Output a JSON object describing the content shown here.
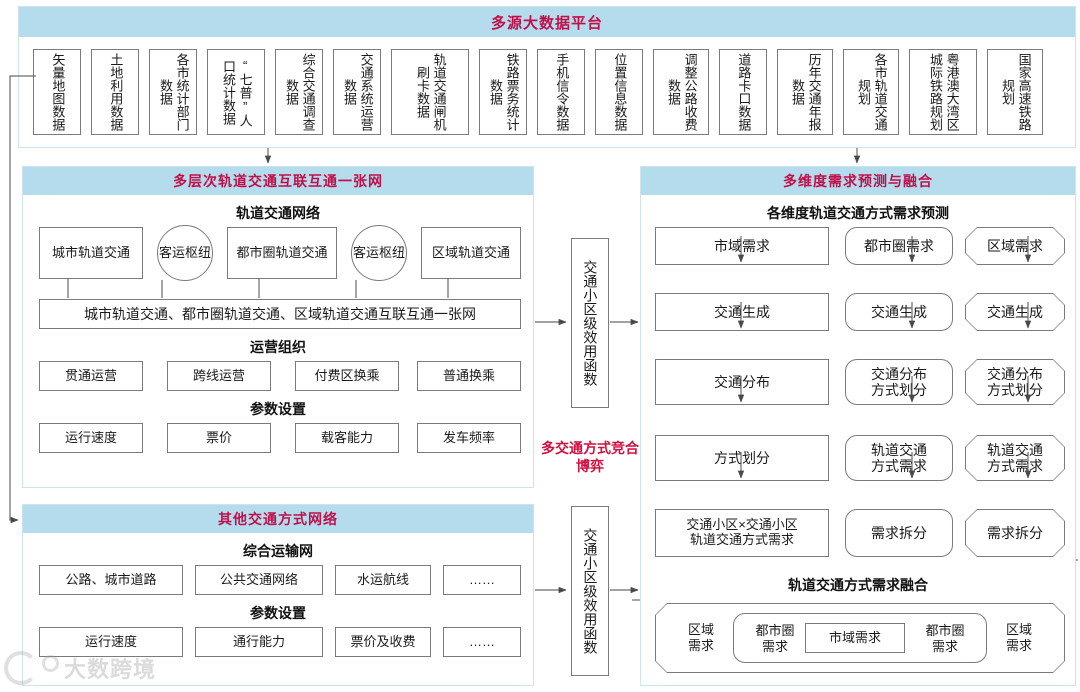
{
  "platform": {
    "title": "多源大数据平台",
    "sources": [
      "矢量地图数据",
      "土地利用数据",
      "各市统计部门数据",
      "“七普”人口统计数据",
      "综合交通调查数据",
      "交通系统运营数据",
      "轨道交通闸机刷卡数据",
      "铁路票务统计数据",
      "手机信令数据",
      "位置信息数据",
      "调整公路收费数据",
      "道路卡口数据",
      "历年交通年报数据",
      "各市轨道交通规划",
      "粤港澳大湾区城际铁路规划",
      "国家高速铁路规划"
    ]
  },
  "rail_net": {
    "title": "多层次轨道交通互联互通一张网",
    "section_network": "轨道交通网络",
    "nodes": [
      "城市轨道交通",
      "客运枢纽",
      "都市圈轨道交通",
      "客运枢纽",
      "区域轨道交通"
    ],
    "one_net": "城市轨道交通、都市圈轨道交通、区域轨道交通互联互通一张网",
    "section_operation": "运营组织",
    "operation": [
      "贯通运营",
      "跨线运营",
      "付费区换乘",
      "普通换乘"
    ],
    "section_params": "参数设置",
    "params": [
      "运行速度",
      "票价",
      "载客能力",
      "发车频率"
    ]
  },
  "other_net": {
    "title": "其他交通方式网络",
    "section_network": "综合运输网",
    "network": [
      "公路、城市道路",
      "公共交通网络",
      "水运航线",
      "……"
    ],
    "section_params": "参数设置",
    "params": [
      "运行速度",
      "通行能力",
      "票价及收费",
      "……"
    ]
  },
  "middle": {
    "utility_top": "交通小区级效用函数",
    "utility_bottom": "交通小区级效用函数",
    "game_label": "多交通方式竞合博弈"
  },
  "forecast": {
    "title": "多维度需求预测与融合",
    "section_forecast": "各维度轨道交通方式需求预测",
    "columns": [
      {
        "shape": "rect",
        "steps": [
          "市域需求",
          "交通生成",
          "交通分布",
          "方式划分",
          "交通小区×交通小区\n轨道交通方式需求"
        ]
      },
      {
        "shape": "round",
        "steps": [
          "都市圈需求",
          "交通生成",
          "交通分布\n方式划分",
          "轨道交通\n方式需求",
          "需求拆分"
        ]
      },
      {
        "shape": "octagon",
        "steps": [
          "区域需求",
          "交通生成",
          "交通分布\n方式划分",
          "轨道交通\n方式需求",
          "需求拆分"
        ]
      }
    ],
    "section_fusion": "轨道交通方式需求融合",
    "fusion": {
      "outer_left": "区域\n需求",
      "outer_right": "区域\n需求",
      "mid_left": "都市圈\n需求",
      "mid_right": "都市圈\n需求",
      "inner": "市域需求"
    }
  },
  "colors": {
    "header_bg": "#b5dced",
    "header_text": "#c0104a",
    "panel_border": "#cfe3ef",
    "box_border": "#7b7b7b",
    "accent_red": "#d0103f"
  },
  "watermark": "大数跨境"
}
